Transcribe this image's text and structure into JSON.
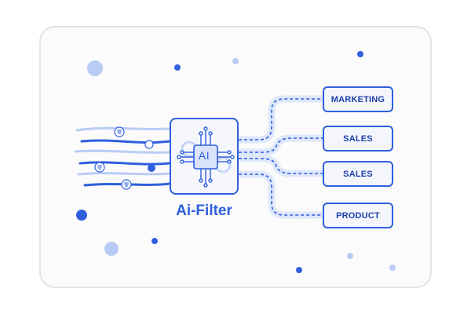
{
  "diagram": {
    "title": "Ai-Filter",
    "chip_label": "AI",
    "categories": [
      "MARKETING",
      "SALES",
      "SALES",
      "PRODUCT"
    ]
  },
  "colors": {
    "accent": "#2f5fdc",
    "accent_light": "#b9ccf6",
    "connector_track": "#dfe7fb",
    "card_border": "#e3e4e8"
  },
  "icons": [
    "filter-icon",
    "circuit-icon",
    "gear-icon"
  ]
}
